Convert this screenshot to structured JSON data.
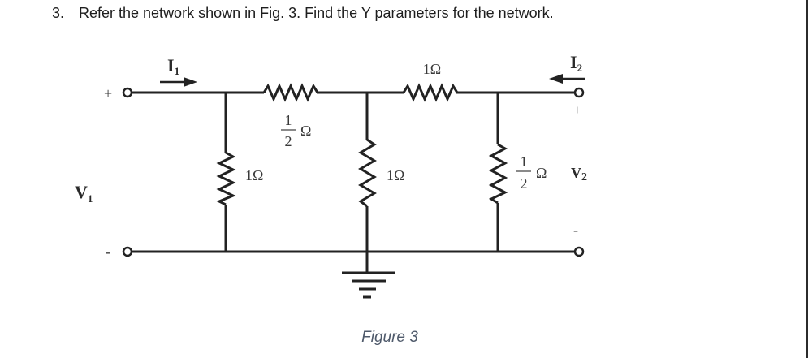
{
  "question": {
    "number": "3.",
    "text": "Refer the network shown in Fig. 3. Find the Y parameters for the network."
  },
  "figure": {
    "caption": "Figure 3",
    "port1": {
      "current_label": "I",
      "current_sub": "1",
      "voltage_label": "V",
      "voltage_sub": "1",
      "plus": "+",
      "minus": "-"
    },
    "port2": {
      "current_label": "I",
      "current_sub": "2",
      "voltage_label": "V",
      "voltage_sub": "2",
      "plus": "+",
      "minus": "-"
    },
    "resistors": {
      "series_left": {
        "num": "1",
        "den": "2",
        "unit": "Ω"
      },
      "series_right": {
        "value": "1Ω"
      },
      "shunt_left": {
        "value": "1Ω"
      },
      "shunt_middle": {
        "value": "1Ω"
      },
      "shunt_right": {
        "num": "1",
        "den": "2",
        "unit": "Ω"
      }
    }
  }
}
